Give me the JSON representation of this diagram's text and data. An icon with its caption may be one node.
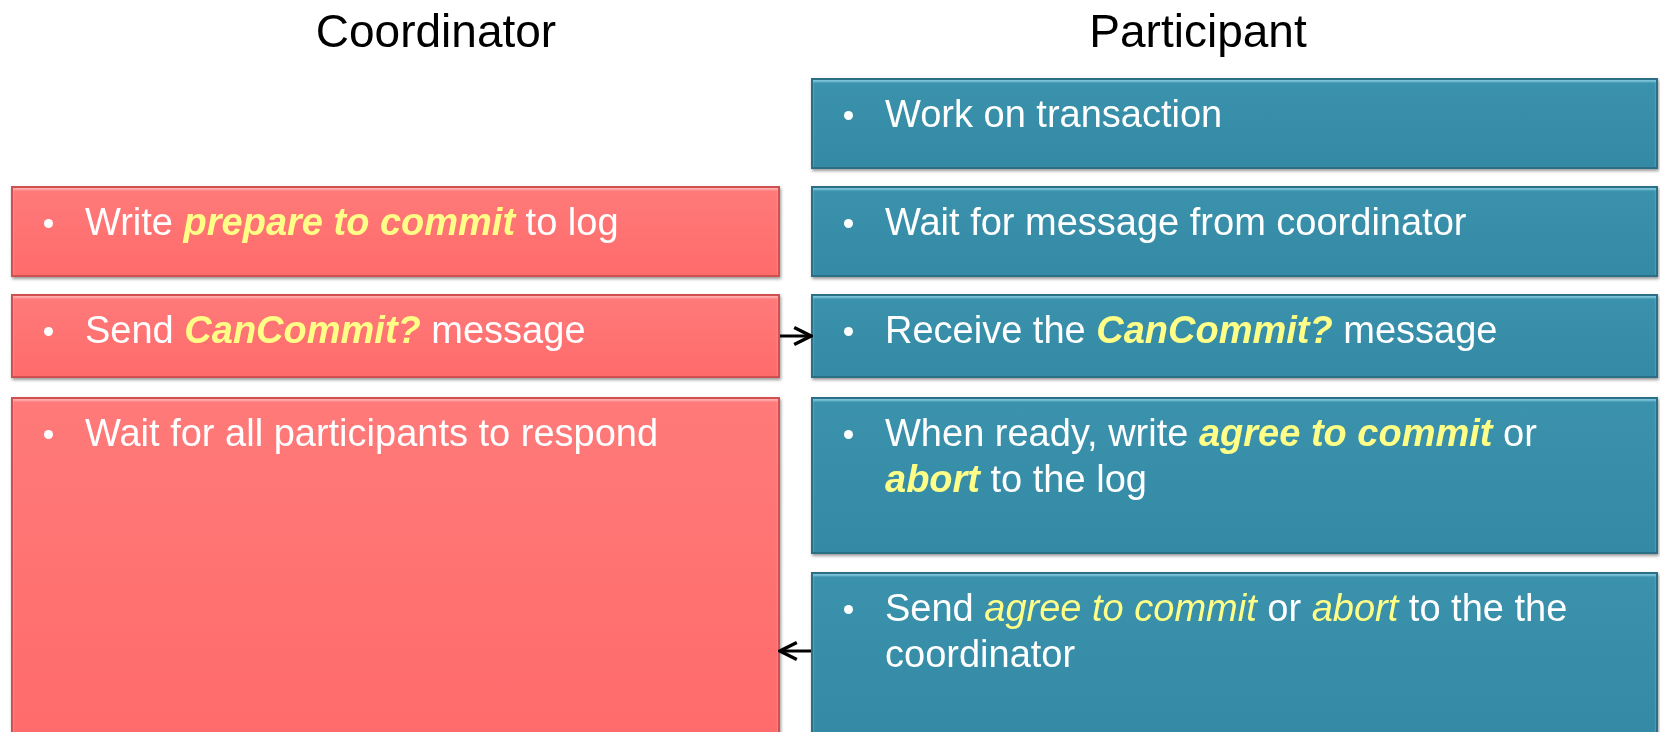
{
  "diagram": {
    "nodes": [
      {
        "text": [
          "Work on transaction"
        ]
      },
      {
        "text": [
          "Write **prepare to commit** to log"
        ]
      },
      {
        "text": [
          "Wait for message from coordinator"
        ]
      },
      {
        "text": [
          "Send **CanCommit?** message"
        ]
      },
      {
        "text": [
          "Receive the **CanCommit?** message"
        ]
      },
      {
        "text": [
          "Wait for all participants to respond"
        ]
      },
      {
        "text": [
          "When ready, write **agree to commit** or **abort** to the log"
        ]
      },
      {
        "text": [
          "Send *agree to commit* or *abort* to the the coordinator"
        ]
      }
    ],
    "edges": [
      {
        "from": 3,
        "to": 4,
        "arrow": "to"
      },
      {
        "from": 7,
        "to": 5,
        "arrow": "to"
      }
    ],
    "labels": [
      "Coordinator",
      "Participant"
    ]
  }
}
